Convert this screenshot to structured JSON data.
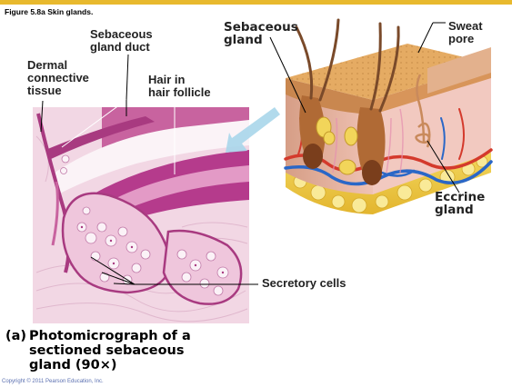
{
  "figure": {
    "title": "Figure 5.8a  Skin glands.",
    "labels": {
      "dermal": [
        "Dermal",
        "connective",
        "tissue"
      ],
      "duct": [
        "Sebaceous",
        "gland duct"
      ],
      "hair": [
        "Hair in",
        "hair follicle"
      ],
      "sebaceous": [
        "Sebaceous",
        "gland"
      ],
      "sweat": [
        "Sweat",
        "pore"
      ],
      "eccrine": [
        "Eccrine",
        "gland"
      ],
      "secretory": "Secretory cells"
    },
    "caption": {
      "prefix": "(a)",
      "lines": [
        "Photomicrograph of a",
        "sectioned sebaceous",
        "gland (90×)"
      ]
    },
    "copyright": "Copyright © 2011 Pearson Education, Inc."
  },
  "colors": {
    "accent_bar": "#e8b92e",
    "tissue_bg": "#f2d6e3",
    "tissue_dark": "#b43c8c",
    "skin_surface": "#e2a660",
    "dermis": "#f0c7c2",
    "fat": "#f3d34a",
    "artery": "#d43a2c",
    "vein": "#2a67c7"
  }
}
